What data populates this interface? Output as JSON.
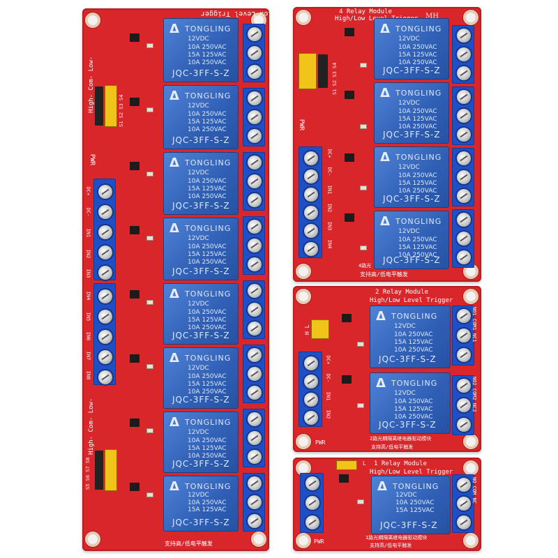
{
  "boards": {
    "eight": {
      "title": "High/Low Level Trigger",
      "footer_cn": "支持高/低电平触发",
      "pwr": "PWR",
      "jumper": "High- Com- Low-",
      "jumper_pins": "S1 S2 S3 S4",
      "jumper2": "High- Com- Low-",
      "jumper2_pins": "S5 S6 S7 S8",
      "inputs": [
        "DC+",
        "DC-",
        "IN1",
        "IN2",
        "IN3",
        "IN4",
        "IN5",
        "IN6",
        "IN7",
        "IN8"
      ]
    },
    "four": {
      "title": "4 Relay Module",
      "subtitle": "High/Low Level Trigger",
      "brand": "MH",
      "pwr": "PWR",
      "jumper_pins": "S1 S2 S3 S4",
      "footer_num": "4路光",
      "footer_cn": "支持高/低电平触发",
      "inputs": [
        "DC+",
        "DC-",
        "IN1",
        "IN2",
        "IN3",
        "IN4"
      ]
    },
    "two": {
      "title": "2 Relay Module",
      "subtitle": "High/Low Level Trigger",
      "pwr": "PWR",
      "jumper": "H L",
      "footer_cn": "2路光耦隔离继电器驱动模块",
      "footer_cn2": "支持高/低电平触发",
      "inputs": [
        "DC+",
        "DC-",
        "IN1",
        "IN2"
      ],
      "outputs": [
        "NO1 COM1 NC1",
        "NO2 COM2 NC2"
      ]
    },
    "one": {
      "title": "1 Relay Module",
      "subtitle": "High/Low Level Trigger",
      "jumper": "L",
      "pwr": "PWR",
      "footer_cn": "1路光耦隔离继电器驱动模块",
      "footer_cn2": "支持高/低电平触发",
      "outputs": "NO COM NC"
    }
  },
  "relay": {
    "brand": "TONGLING",
    "voltage": "12VDC",
    "rating1": "10A 250VAC",
    "rating2": "15A 125VAC",
    "rating3": "10A 250VAC",
    "model": "JQC-3FF-S-Z"
  },
  "colors": {
    "pcb": "#d8262b",
    "relay": "#2f5fb5",
    "terminal": "#1f4fc4",
    "jumper": "#f0c419"
  }
}
